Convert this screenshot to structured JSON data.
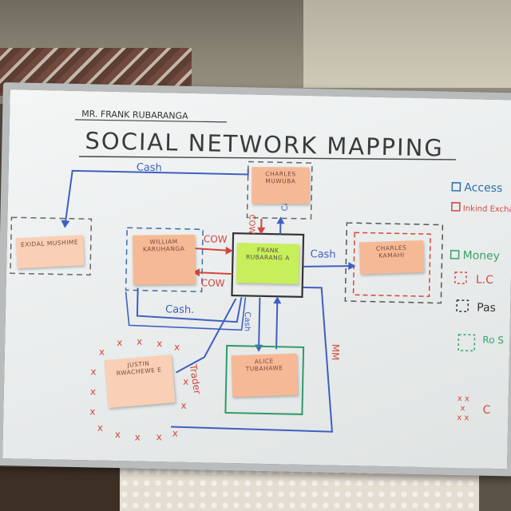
{
  "board": {
    "author": "MR. FRANK RUBARANGA",
    "title": "SOCIAL NETWORK MAPPING"
  },
  "notes": {
    "center": "FRANK RUBARANG A",
    "william": "WILLIAM KARUHANGA",
    "left_person": "EXIDAL MUSHIME",
    "charles_top": "CHARLES MUWUBA",
    "charles_right": "CHARLES KAMAHI",
    "alice": "ALICE TUBAHAWE",
    "justine": "JUSTIN RWACHEWE E"
  },
  "edge_labels": {
    "cash_top": "Cash",
    "cow_1": "COW",
    "cow_2": "COW",
    "cash_mid": "Cash.",
    "cash_right": "Cash",
    "cow_vertical": "COW",
    "cash_vertical": "Cash",
    "cash_down": "Cash",
    "trader": "Trader",
    "mm": "MM"
  },
  "legend": [
    {
      "label": "Access",
      "color": "#2a6fa8"
    },
    {
      "label": "Inkind Exchange",
      "color": "#d2473c"
    },
    {
      "label": "Money",
      "color": "#3aa06a"
    },
    {
      "label": "L.C",
      "color": "#d2473c"
    },
    {
      "label": "Pas",
      "color": "#333333"
    },
    {
      "label": "Ro S",
      "color": "#3aa06a"
    },
    {
      "label": "C",
      "color": "#d2473c"
    }
  ],
  "colors": {
    "blue_marker": "#3f5fc0",
    "red_marker": "#d2473c",
    "green_marker": "#2f9a6a",
    "black_marker": "#3a3a3a"
  }
}
